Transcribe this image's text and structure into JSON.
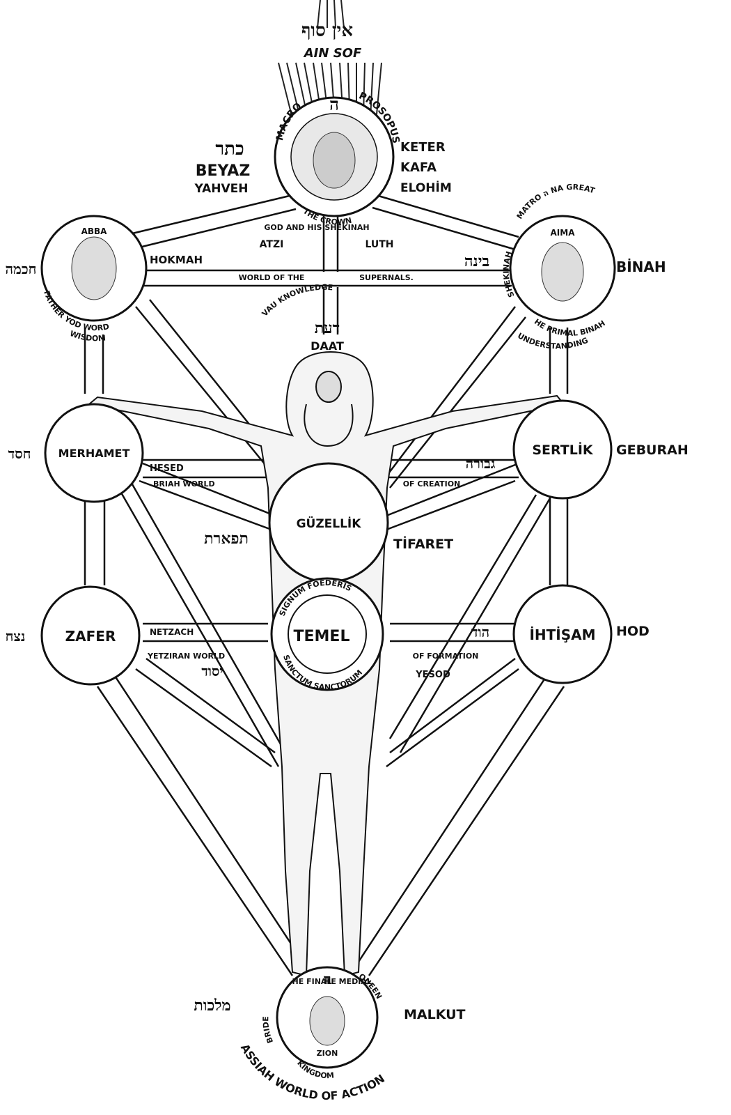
{
  "top": {
    "ain_sof_hebrew": "אין סוף",
    "ain_sof": "AIN SOF",
    "macro": "MACRO",
    "prosopus": "PROSOPUS",
    "crown_letter": "ה"
  },
  "keter": {
    "hebrew": "כתר",
    "beyaz": "BEYAZ",
    "yahveh": "YAHVEH",
    "keter": "KETER",
    "kafa": "KAFA",
    "elohim": "ELOHİM",
    "the_crown": "THE CROWN",
    "god_shekinah": "GOD AND HIS SHEKINAH"
  },
  "supernal": {
    "atzi": "ATZI",
    "luth": "LUTH",
    "world_of_the": "WORLD OF THE",
    "supernals": "SUPERNALS."
  },
  "hokmah": {
    "hebrew": "חכמה",
    "abba": "ABBA",
    "name": "HOKMAH",
    "father": "FATHER YOD WORD",
    "wisdom": "WISDOM"
  },
  "binah": {
    "hebrew": "בינה",
    "aima": "AIMA",
    "name": "BİNAH",
    "matro": "MATRO ה NA GREAT",
    "shekinah": "SHEKINAH",
    "primal": "HE PRIMAL BINAH",
    "understanding": "UNDERSTANDING"
  },
  "daat": {
    "vau_knowledge": "VAU KNOWLEDGE",
    "hebrew": "דעת",
    "name": "DAAT"
  },
  "hesed": {
    "hebrew": "חסד",
    "circle": "MERHAMET",
    "name": "HESED",
    "briah": "BRIAH WORLD"
  },
  "geburah": {
    "hebrew": "גבורה",
    "circle": "SERTLİK",
    "name": "GEBURAH",
    "of_creation": "OF CREATION"
  },
  "tifaret": {
    "circle": "GÜZELLİK",
    "hebrew": "תפארת",
    "name": "TİFARET"
  },
  "netzach": {
    "hebrew": "נצח",
    "circle": "ZAFER",
    "name": "NETZACH",
    "yetziran": "YETZIRAN WORLD"
  },
  "hod": {
    "circle": "İHTİŞAM",
    "name": "HOD",
    "hebrew": "הוד",
    "of_formation": "OF FORMATION"
  },
  "yesod": {
    "circle": "TEMEL",
    "signum": "SIGNUM FOEDERIS",
    "sanctorum": "SANCTUM SANCTORUM",
    "hebrew": "יסוד",
    "name": "YESOD"
  },
  "malkut": {
    "hebrew": "מלכות",
    "name": "MALKUT",
    "bride": "BRIDE",
    "queen": "QUEEN",
    "he_final": "HE FINAL",
    "he_letter": "ה",
    "he_medial": "HE MEDIAL",
    "zion": "ZION",
    "kingdom": "KINGDOM",
    "assiah": "ASSIAH WORLD OF ACTION"
  }
}
